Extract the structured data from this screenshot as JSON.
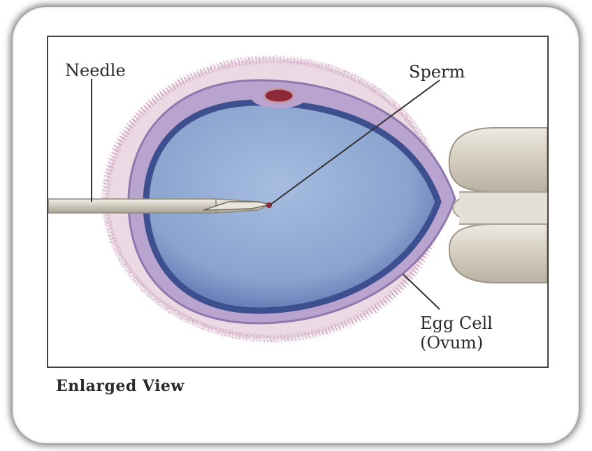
{
  "labels": {
    "needle": "Needle",
    "sperm": "Sperm",
    "egg_line1": "Egg Cell",
    "egg_line2": "(Ovum)"
  },
  "caption": "Enlarged View",
  "colors": {
    "zona": "#b9a3cf",
    "cytoplasm": "#8fa9d2",
    "cytoplasm_edge": "#3d4f8e",
    "corona": "#d7b9cf",
    "polar_body": "#8c2a3a",
    "pipette": "#d8d2c6",
    "needle": "#cfcbc2"
  },
  "icons": {
    "egg": "egg-cell-illustration",
    "needle": "injection-needle",
    "pipette": "holding-pipette",
    "polar_body": "polar-body"
  }
}
